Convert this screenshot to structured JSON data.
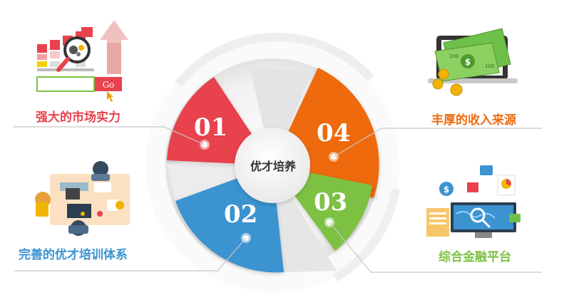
{
  "center_label": "优才培养",
  "segments": [
    {
      "number": "01",
      "color": "#e8424d"
    },
    {
      "number": "02",
      "color": "#3b93d0"
    },
    {
      "number": "03",
      "color": "#7dc143"
    },
    {
      "number": "04",
      "color": "#ee6b0f"
    }
  ],
  "features": {
    "market": {
      "label": "强大的市场实力",
      "button": "Go",
      "color": "#e8424d"
    },
    "talent_system": {
      "label": "完善的优才培训体系",
      "color": "#3b93d0"
    },
    "income": {
      "label": "丰厚的收入来源",
      "color": "#ee6b0f",
      "bill_text": "100"
    },
    "finance": {
      "label": "综合金融平台",
      "color": "#7dc143"
    }
  }
}
